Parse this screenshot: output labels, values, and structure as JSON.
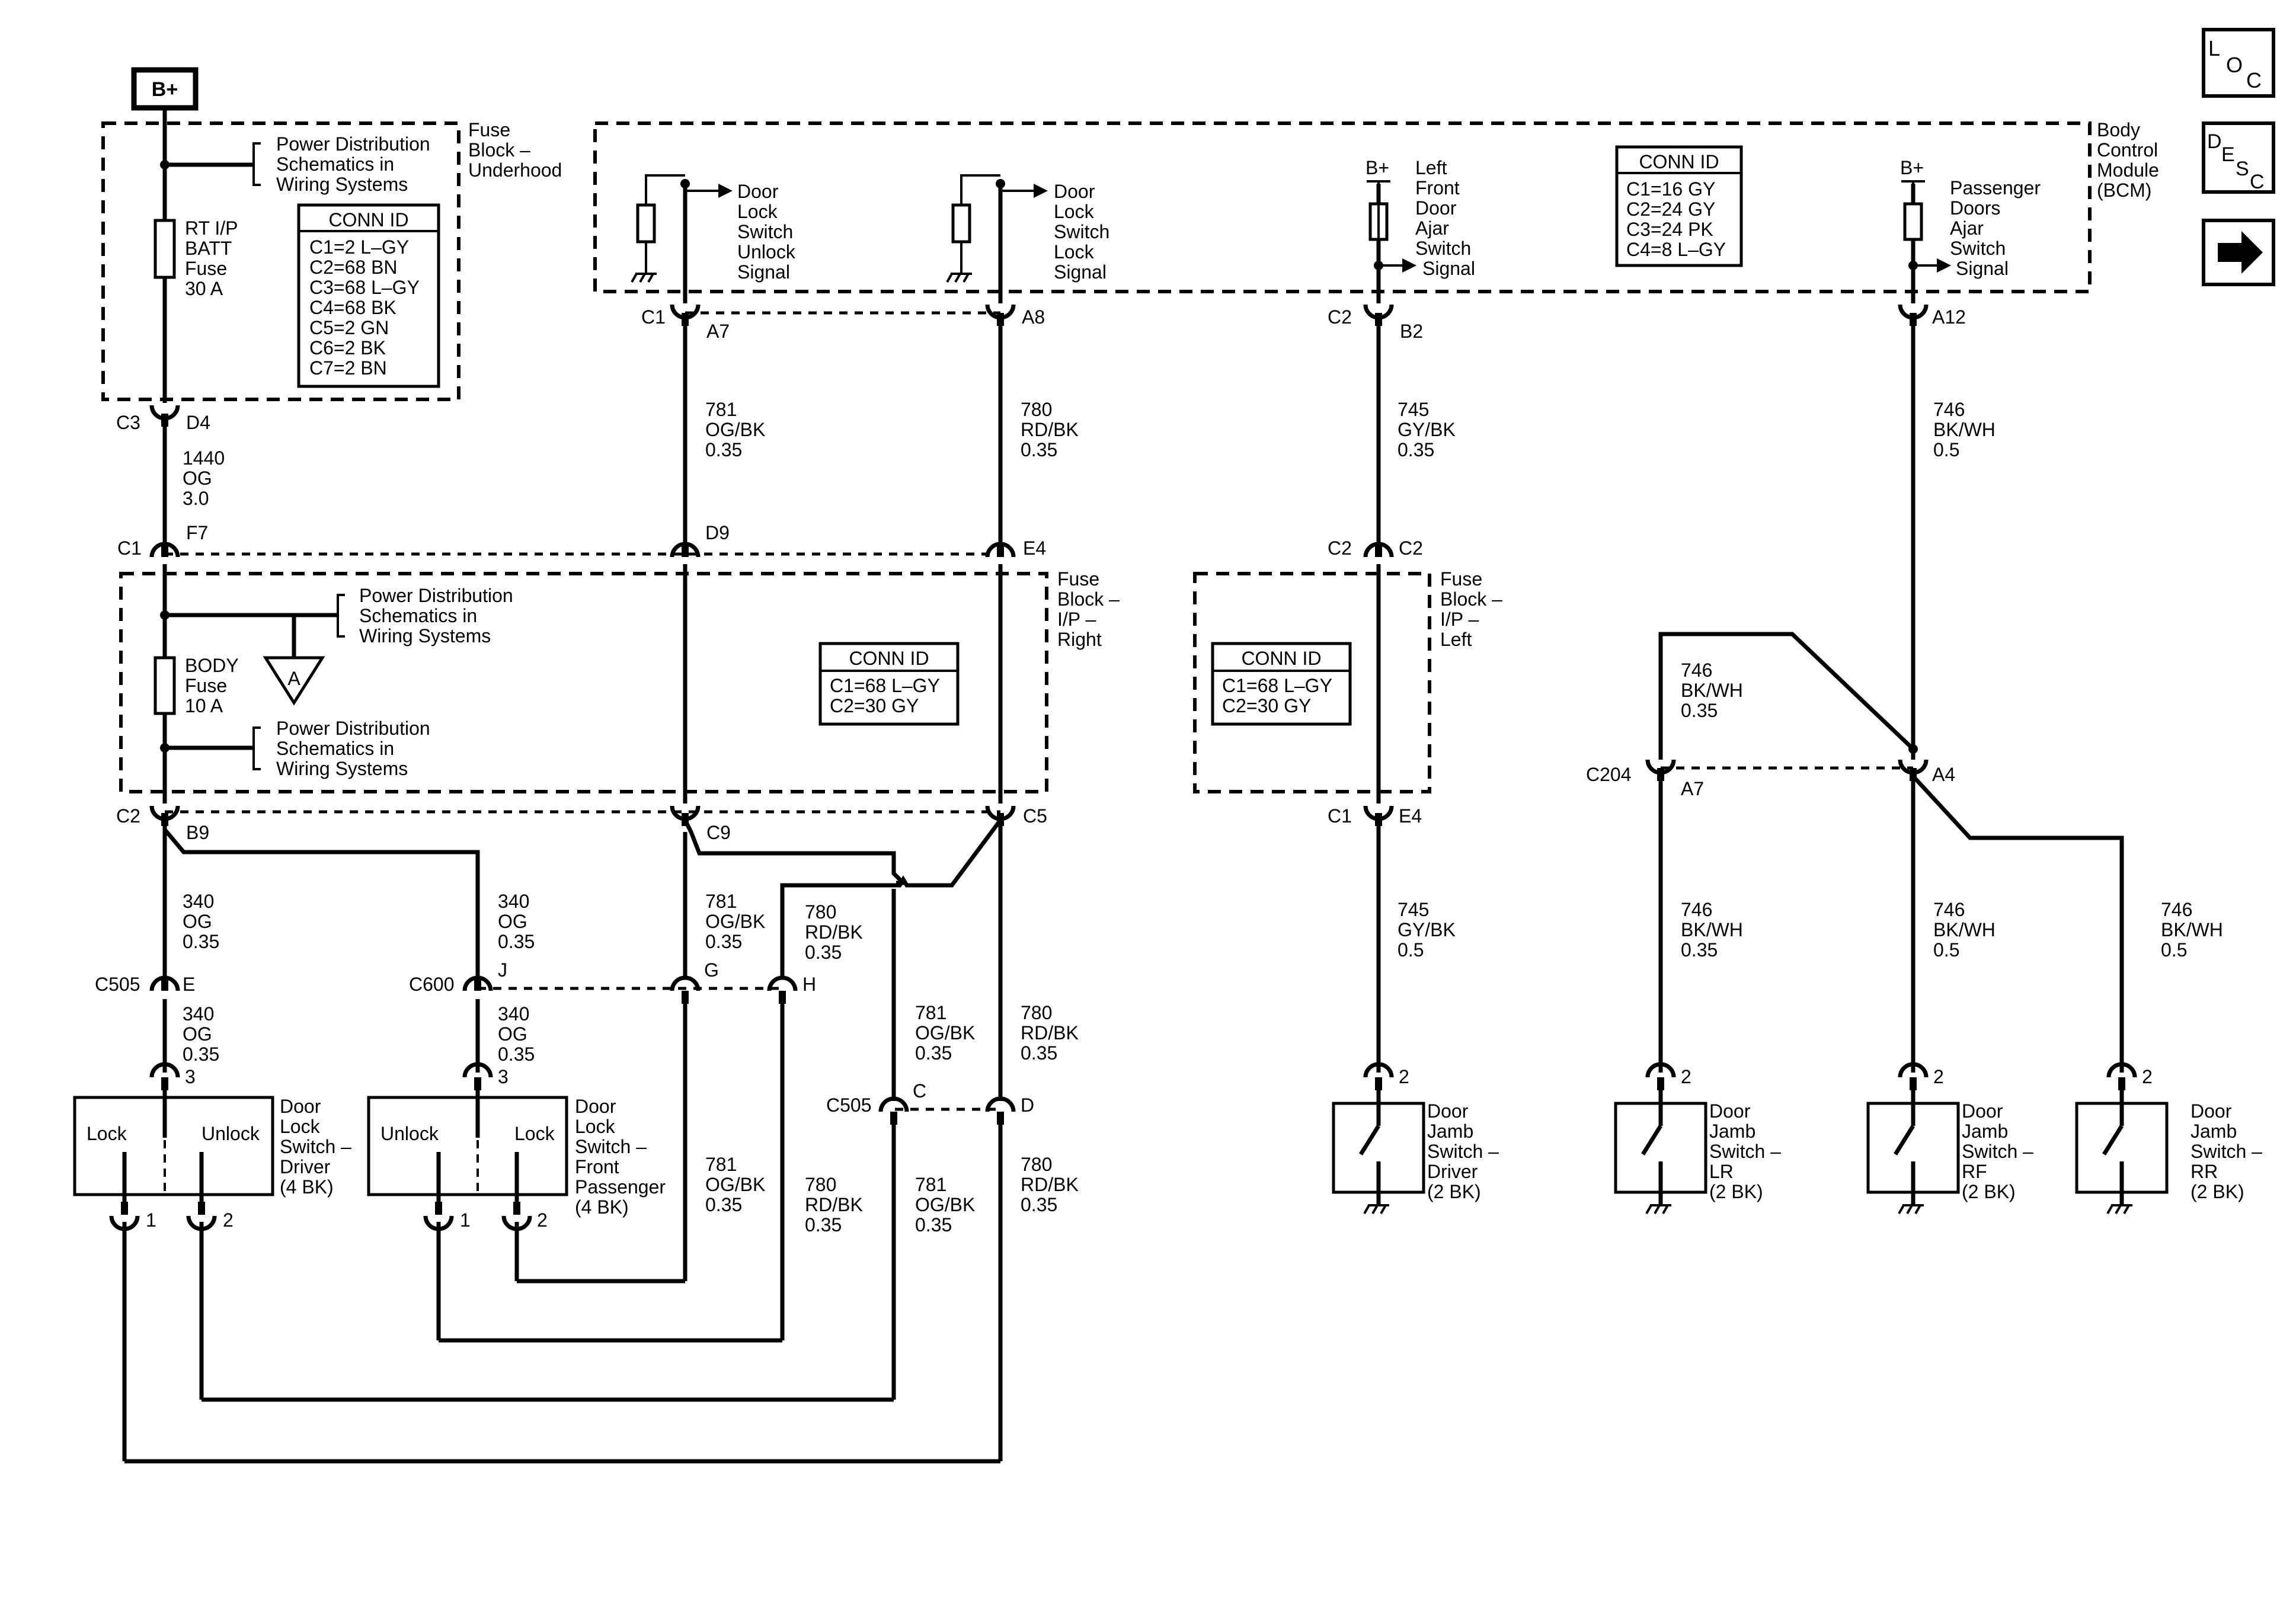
{
  "nav": {
    "loc_letters": [
      "L",
      "O",
      "C"
    ],
    "desc_letters": [
      "D",
      "E",
      "S",
      "C"
    ],
    "next_icon": "arrow-right-icon"
  },
  "battery_label": "B+",
  "modules": {
    "fuse_block_underhood": [
      "Fuse",
      "Block –",
      "Underhood"
    ],
    "bcm": [
      "Body",
      "Control",
      "Module",
      "(BCM)"
    ],
    "fuse_block_ip_right": [
      "Fuse",
      "Block –",
      "I/P –",
      "Right"
    ],
    "fuse_block_ip_left": [
      "Fuse",
      "Block –",
      "I/P –",
      "Left"
    ]
  },
  "power_dist": [
    "Power Distribution",
    "Schematics in",
    "Wiring Systems"
  ],
  "fuses": {
    "rt_ip_batt": [
      "RT I/P",
      "BATT",
      "Fuse",
      "30 A"
    ],
    "body": [
      "BODY",
      "Fuse",
      "10 A"
    ]
  },
  "ground_ref": "A",
  "conn_tables": {
    "underhood": {
      "title": "CONN ID",
      "rows": [
        "C1=2 L–GY",
        "C2=68 BN",
        "C3=68 L–GY",
        "C4=68 BK",
        "C5=2 GN",
        "C6=2 BK",
        "C7=2 BN"
      ]
    },
    "bcm": {
      "title": "CONN ID",
      "rows": [
        "C1=16 GY",
        "C2=24 GY",
        "C3=24 PK",
        "C4=8 L–GY"
      ]
    },
    "ip_right": {
      "title": "CONN ID",
      "rows": [
        "C1=68 L–GY",
        "C2=30 GY"
      ]
    },
    "ip_left": {
      "title": "CONN ID",
      "rows": [
        "C1=68 L–GY",
        "C2=30 GY"
      ]
    }
  },
  "bcm_signals": {
    "unlock": [
      "Door",
      "Lock",
      "Switch",
      "Unlock",
      "Signal"
    ],
    "lock": [
      "Door",
      "Lock",
      "Switch",
      "Lock",
      "Signal"
    ],
    "left_ajar": [
      "Left",
      "Front",
      "Door",
      "Ajar",
      "Switch",
      "Signal"
    ],
    "pass_ajar": [
      "Passenger",
      "Doors",
      "Ajar",
      "Switch",
      "Signal"
    ],
    "b_plus_left": "B+",
    "b_plus_pass": "B+"
  },
  "connectors": {
    "c3": "C3",
    "d4": "D4",
    "c1_bcm": "C1",
    "a7_bcm": "A7",
    "a8": "A8",
    "c2_b2": "C2",
    "b2": "B2",
    "a12": "A12",
    "c1_ipr": "C1",
    "f7": "F7",
    "d9": "D9",
    "e4_ipr": "E4",
    "c2_ipl": "C2",
    "c2_ipl_pin": "C2",
    "c2_ipr": "C2",
    "b9": "B9",
    "c9": "C9",
    "c5": "C5",
    "c1_ipl": "C1",
    "e4_ipl": "E4",
    "c204": "C204",
    "a7_c204": "A7",
    "a4": "A4",
    "c505_e_label": "C505",
    "e": "E",
    "c600": "C600",
    "j": "J",
    "g": "G",
    "h": "H",
    "c505_cd_label": "C505",
    "c": "C",
    "d": "D",
    "pin_3a": "3",
    "pin_3b": "3",
    "pin_1a": "1",
    "pin_2a": "2",
    "pin_1b": "1",
    "pin_2b": "2",
    "pin_jd": "2",
    "pin_jlr": "2",
    "pin_jrf": "2",
    "pin_jrr": "2"
  },
  "wires": {
    "w1440": [
      "1440",
      "OG",
      "3.0"
    ],
    "w781_a": [
      "781",
      "OG/BK",
      "0.35"
    ],
    "w780_a": [
      "780",
      "RD/BK",
      "0.35"
    ],
    "w745_a": [
      "745",
      "GY/BK",
      "0.35"
    ],
    "w746_a": [
      "746",
      "BK/WH",
      "0.5"
    ],
    "w746_b": [
      "746",
      "BK/WH",
      "0.35"
    ],
    "w340_a": [
      "340",
      "OG",
      "0.35"
    ],
    "w340_b": [
      "340",
      "OG",
      "0.35"
    ],
    "w781_b": [
      "781",
      "OG/BK",
      "0.35"
    ],
    "w780_b": [
      "780",
      "RD/BK",
      "0.35"
    ],
    "w340_c": [
      "340",
      "OG",
      "0.35"
    ],
    "w340_d": [
      "340",
      "OG",
      "0.35"
    ],
    "w781_c": [
      "781",
      "OG/BK",
      "0.35"
    ],
    "w780_c": [
      "780",
      "RD/BK",
      "0.35"
    ],
    "w781_d": [
      "781",
      "OG/BK",
      "0.35"
    ],
    "w780_d": [
      "780",
      "RD/BK",
      "0.35"
    ],
    "w781_e": [
      "781",
      "OG/BK",
      "0.35"
    ],
    "w780_e": [
      "780",
      "RD/BK",
      "0.35"
    ],
    "w745_b": [
      "745",
      "GY/BK",
      "0.5"
    ],
    "w746_c": [
      "746",
      "BK/WH",
      "0.35"
    ],
    "w746_d": [
      "746",
      "BK/WH",
      "0.5"
    ],
    "w746_e": [
      "746",
      "BK/WH",
      "0.5"
    ]
  },
  "switches": {
    "driver": {
      "left": "Lock",
      "right": "Unlock",
      "name": [
        "Door",
        "Lock",
        "Switch –",
        "Driver",
        "(4 BK)"
      ]
    },
    "front_pass": {
      "left": "Unlock",
      "right": "Lock",
      "name": [
        "Door",
        "Lock",
        "Switch –",
        "Front",
        "Passenger",
        "(4 BK)"
      ]
    }
  },
  "jamb_switches": {
    "driver": [
      "Door",
      "Jamb",
      "Switch –",
      "Driver",
      "(2 BK)"
    ],
    "lr": [
      "Door",
      "Jamb",
      "Switch –",
      "LR",
      "(2 BK)"
    ],
    "rf": [
      "Door",
      "Jamb",
      "Switch –",
      "RF",
      "(2 BK)"
    ],
    "rr": [
      "Door",
      "Jamb",
      "Switch –",
      "RR",
      "(2 BK)"
    ]
  }
}
